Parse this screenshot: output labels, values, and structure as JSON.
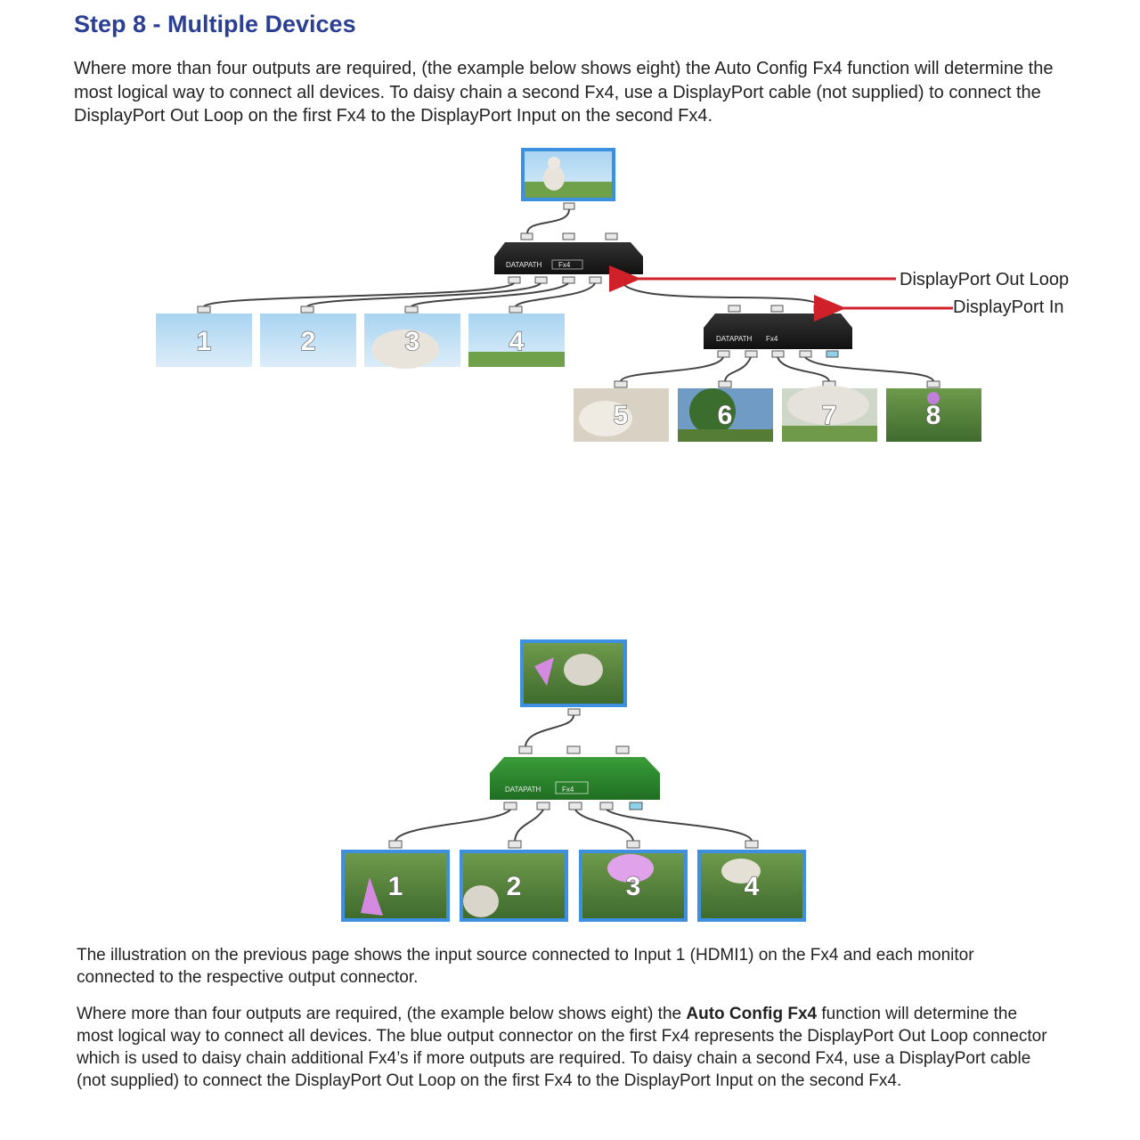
{
  "heading": "Step 8 - Multiple Devices",
  "intro": "Where more than four outputs are required, (the example below shows eight) the Auto Config Fx4 function will determine the most logical way to connect all devices. To daisy chain a second Fx4, use a DisplayPort cable (not supplied) to connect the DisplayPort Out Loop on the first Fx4 to the DisplayPort Input on the second Fx4.",
  "diagram_top": {
    "callouts": {
      "out_loop": "DisplayPort Out Loop",
      "port_in": "DisplayPort In"
    },
    "device_label": "DATAPATH",
    "device_model": "Fx4",
    "monitors_first": [
      "1",
      "2",
      "3",
      "4"
    ],
    "monitors_second": [
      "5",
      "6",
      "7",
      "8"
    ],
    "arrow_color": "#d0202a",
    "device_color": "#1c1c1c"
  },
  "diagram_bottom": {
    "device_label": "DATAPATH",
    "device_model": "Fx4",
    "monitors": [
      "1",
      "2",
      "3",
      "4"
    ],
    "device_color": "#2d8a2d",
    "frame_color": "#3d8fe0"
  },
  "body": {
    "para1": "The illustration on the previous page shows the input source connected to Input 1 (HDMI1) on the Fx4 and each monitor connected to the respective output connector.",
    "para2_before": "Where more than four outputs are required, (the example below shows eight) the ",
    "para2_bold": "Auto Config Fx4",
    "para2_after": " function  will determine the most logical way to connect all devices.  The blue output connector on the first Fx4 represents the DisplayPort Out Loop connector which is used to daisy chain additional Fx4’s if more outputs are required.  To daisy chain a second Fx4, use a DisplayPort cable (not supplied) to connect the DisplayPort Out Loop on the first Fx4 to the DisplayPort Input on the second Fx4."
  }
}
